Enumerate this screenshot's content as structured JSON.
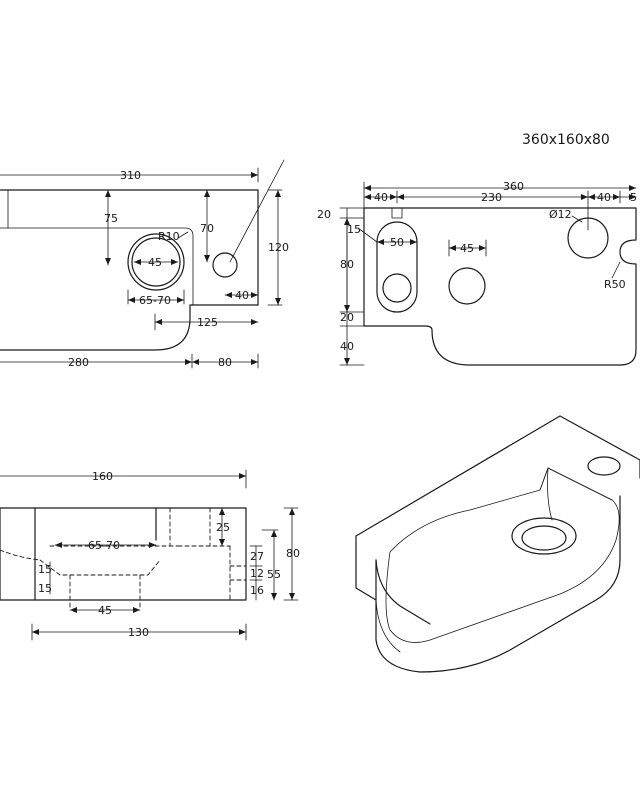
{
  "title": "360x160x80",
  "top_view": {
    "dims": {
      "overall_width": "310",
      "inner_depth": "75",
      "inner_depth_right": "70",
      "radius": "R10",
      "drain_diameter": "45",
      "drain_outer": "65-70",
      "overall_height": "120",
      "tap_offset": "40",
      "width_right": "125",
      "width_left": "280",
      "width_right_bottom": "80"
    }
  },
  "right_view": {
    "dims": {
      "overall_width": "360",
      "left_offset": "40",
      "center_span": "230",
      "right_offset": "40",
      "right_edge": "5",
      "top_margin": "20",
      "slot_offset": "15",
      "slot_width": "50",
      "hole_diameter": "45",
      "tap_hole": "Ø12",
      "height": "80",
      "bottom_margin": "20",
      "bottom_extra": "40",
      "radius": "R50"
    }
  },
  "side_view": {
    "dims": {
      "overall_width": "160",
      "drain_outer": "65-70",
      "drain_diameter": "45",
      "total_width": "130",
      "gap_upper": "15",
      "gap_lower": "15",
      "top_depth": "25",
      "drain_depth": "27",
      "mid_depth": "12",
      "bottom_depth": "16",
      "inner_height": "55",
      "total_height": "80"
    }
  }
}
